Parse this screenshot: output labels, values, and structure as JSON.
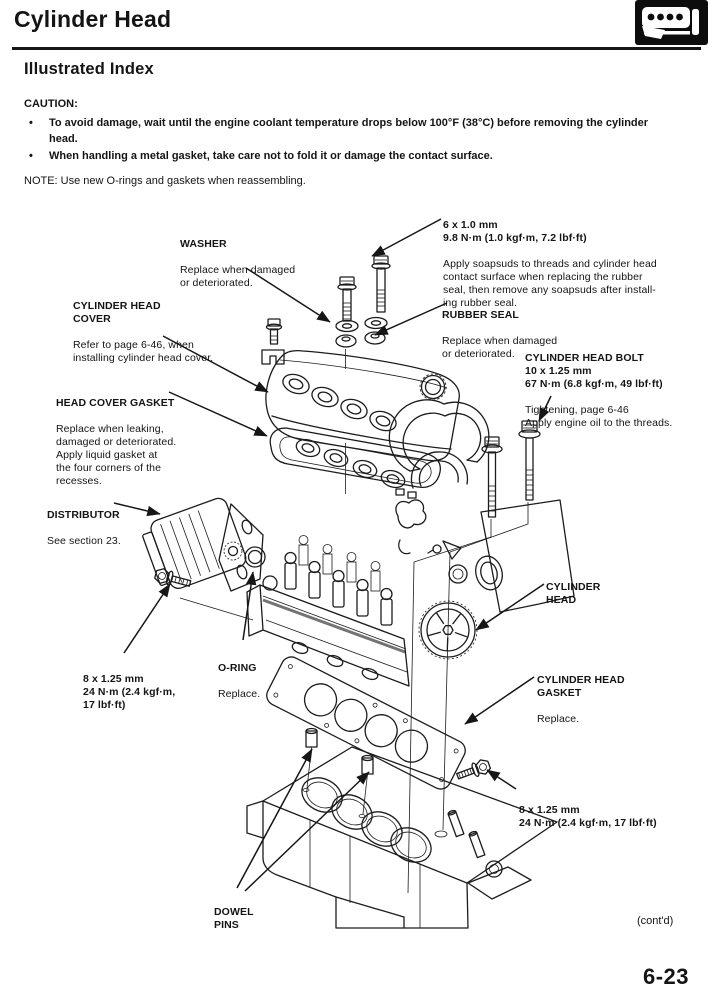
{
  "header": {
    "title": "Cylinder Head",
    "icon": "engine-section-icon"
  },
  "content": {
    "section_heading": "Illustrated Index",
    "caution_label": "CAUTION:",
    "bullet": "•",
    "cautions": [
      "To avoid damage, wait until the engine coolant temperature drops below 100°F (38°C) before removing the cylinder\nhead.",
      "When handling a metal gasket, take care not to fold it or damage the contact surface."
    ],
    "note": "NOTE:  Use new O-rings and gaskets when reassembling."
  },
  "diagram": {
    "labels": [
      {
        "id": "washer",
        "title": "WASHER",
        "body": "Replace when damaged\nor deteriorated."
      },
      {
        "id": "bolt-6x10",
        "title": "6 x 1.0 mm\n9.8 N·m (1.0 kgf·m, 7.2 lbf·ft)",
        "body": "Apply soapsuds to threads and cylinder head\ncontact surface when replacing the rubber\nseal, then remove any soapsuds after install-\ning rubber seal."
      },
      {
        "id": "cylinder-head-cover",
        "title": "CYLINDER HEAD\nCOVER",
        "body": "Refer to page 6-46, when\ninstalling cylinder head cover."
      },
      {
        "id": "rubber-seal",
        "title": "RUBBER SEAL",
        "body": "Replace when damaged\nor deteriorated."
      },
      {
        "id": "cylinder-head-bolt",
        "title": "CYLINDER HEAD BOLT\n10 x 1.25 mm\n67 N·m (6.8 kgf·m, 49 lbf·ft)",
        "body": "Tightening, page 6-46\nApply engine oil to the threads."
      },
      {
        "id": "head-cover-gasket",
        "title": "HEAD COVER GASKET",
        "body": "Replace when leaking,\ndamaged or deteriorated.\nApply liquid gasket at\nthe four corners of the\nrecesses."
      },
      {
        "id": "distributor",
        "title": "DISTRIBUTOR",
        "body": "See section 23."
      },
      {
        "id": "bolt-8x125-left",
        "title": "8 x 1.25 mm\n24 N·m (2.4 kgf·m,\n17 lbf·ft)",
        "body": ""
      },
      {
        "id": "o-ring",
        "title": "O-RING",
        "body": "Replace."
      },
      {
        "id": "cylinder-head",
        "title": "CYLINDER\nHEAD",
        "body": ""
      },
      {
        "id": "cylinder-head-gasket",
        "title": "CYLINDER HEAD\nGASKET",
        "body": "Replace."
      },
      {
        "id": "bolt-8x125-right",
        "title": "8 x 1.25 mm\n24 N·m (2.4 kgf·m, 17 lbf·ft)",
        "body": ""
      },
      {
        "id": "dowel-pins",
        "title": "DOWEL\nPINS",
        "body": ""
      }
    ]
  },
  "footer": {
    "contd": "(cont'd)",
    "page_number": "6-23"
  },
  "colors": {
    "ink": "#1c1c1c",
    "paper": "#ffffff"
  }
}
